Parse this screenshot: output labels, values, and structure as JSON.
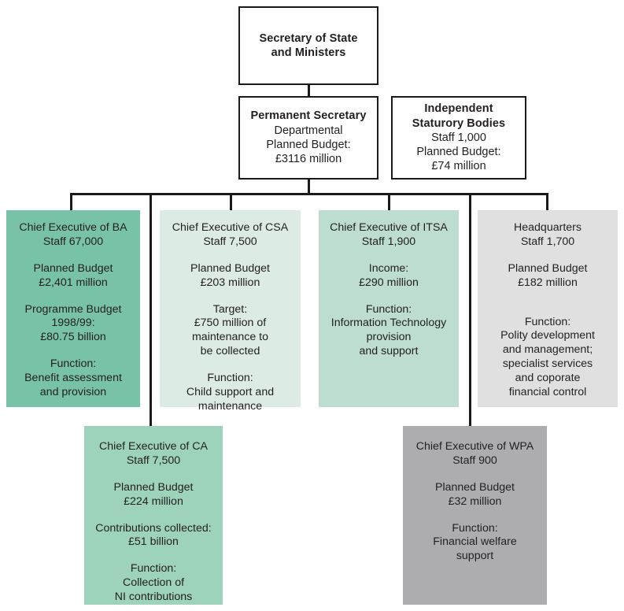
{
  "chart": {
    "title": "Departmental organisation chart",
    "colors": {
      "line": "#1a1a1a",
      "text": "#231f20",
      "outline_fill": "#ffffff",
      "green_dark": "#78c3a7",
      "green_pale": "#dcebe3",
      "green_mid": "#bcddd0",
      "grey_light": "#e0e0e0",
      "grey_mid": "#adadb0"
    }
  },
  "nodes": {
    "secretary_of_state": {
      "style": "outlined",
      "title_line_1": "Secretary of State",
      "title_line_2": "and Ministers"
    },
    "permanent_secretary": {
      "style": "outlined",
      "title": "Permanent Secretary",
      "line_1": "Departmental",
      "line_2": "Planned Budget:",
      "line_3": "£3116 million"
    },
    "independent_statutory_bodies": {
      "style": "outlined",
      "title_line_1": "Independent",
      "title_line_2": "Staturory Bodies",
      "line_1": "Staff 1,000",
      "line_2": "Planned Budget:",
      "line_3": "£74 million"
    },
    "ba": {
      "style": "filled",
      "fill": "#78c3a7",
      "header_1": "Chief Executive of BA",
      "header_2": "Staff 67,000",
      "stanza_2": [
        "Planned Budget",
        "£2,401 million"
      ],
      "stanza_3": [
        "Programme Budget",
        "1998/99:",
        "£80.75 billion"
      ],
      "stanza_4": [
        "Function:",
        "Benefit assessment",
        "and provision"
      ]
    },
    "csa": {
      "style": "filled",
      "fill": "#dcebe3",
      "header_1": "Chief Executive of CSA",
      "header_2": "Staff 7,500",
      "stanza_2": [
        "Planned Budget",
        "£203 million"
      ],
      "stanza_3": [
        "Target:",
        "£750 million of",
        "maintenance to",
        "be collected"
      ],
      "stanza_4": [
        "Function:",
        "Child support and",
        "maintenance"
      ]
    },
    "itsa": {
      "style": "filled",
      "fill": "#bcddd0",
      "header_1": "Chief Executive of ITSA",
      "header_2": "Staff 1,900",
      "stanza_2": [
        "Income:",
        "£290 million"
      ],
      "stanza_3": [
        "Function:",
        "Information Technology",
        "provision",
        "and support"
      ]
    },
    "headquarters": {
      "style": "filled",
      "fill": "#e0e0e0",
      "header_1": "Headquarters",
      "header_2": "Staff 1,700",
      "stanza_2": [
        "Planned Budget",
        "£182 million"
      ],
      "stanza_3": [
        "Function:",
        "Polity development",
        "and management;",
        "specialist services",
        "and coporate",
        "financial control"
      ]
    },
    "ca": {
      "style": "filled",
      "fill": "#9ed3bb",
      "header_1": "Chief Executive of CA",
      "header_2": "Staff 7,500",
      "stanza_2": [
        "Planned Budget",
        "£224 million"
      ],
      "stanza_3": [
        "Contributions collected:",
        "£51 billion"
      ],
      "stanza_4": [
        "Function:",
        "Collection of",
        "NI contributions"
      ]
    },
    "wpa": {
      "style": "filled",
      "fill": "#adadb0",
      "header_1": "Chief Executive of WPA",
      "header_2": "Staff 900",
      "stanza_2": [
        "Planned Budget",
        "£32 million"
      ],
      "stanza_3": [
        "Function:",
        "Financial welfare",
        "support"
      ]
    }
  }
}
